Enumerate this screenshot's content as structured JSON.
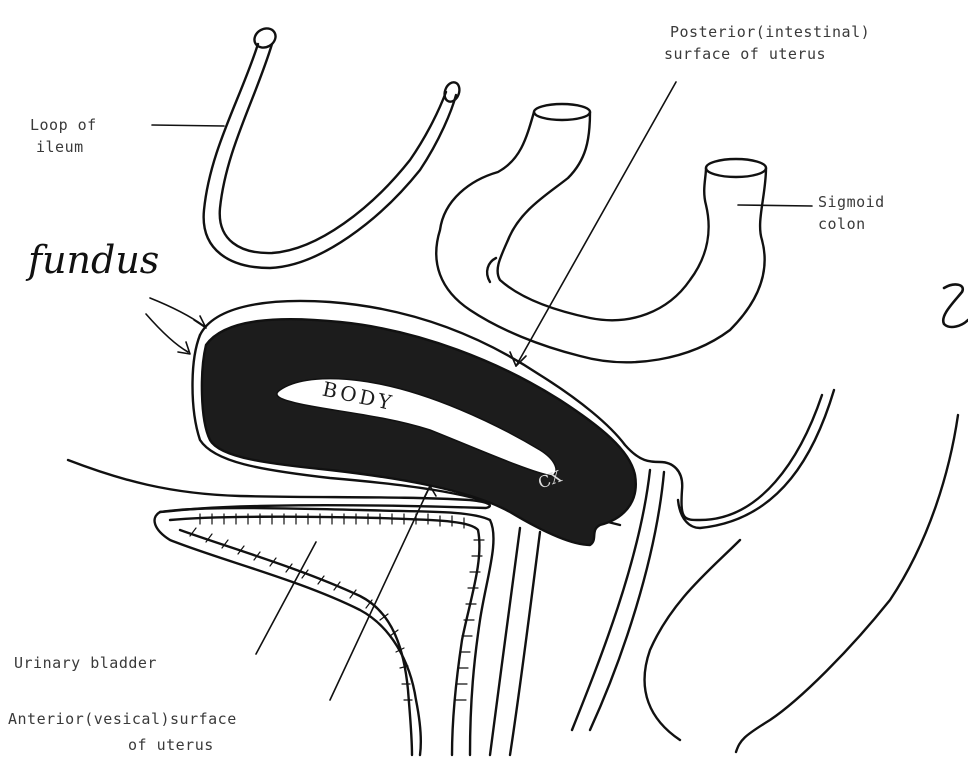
{
  "labels": {
    "posterior_line1": "Posterior(intestinal)",
    "posterior_line2": "surface of uterus",
    "ileum_line1": "Loop of",
    "ileum_line2": "ileum",
    "sigmoid_line1": "Sigmoid",
    "sigmoid_line2": "colon",
    "fundus": "fundus",
    "body": "BODY",
    "cervix": "CX",
    "bladder": "Urinary bladder",
    "anterior_line1": "Anterior(vesical)surface",
    "anterior_line2": "of uterus"
  },
  "colors": {
    "ink": "#111111",
    "uterus_fill": "#1c1c1c",
    "label_text": "#3a3a3a"
  }
}
